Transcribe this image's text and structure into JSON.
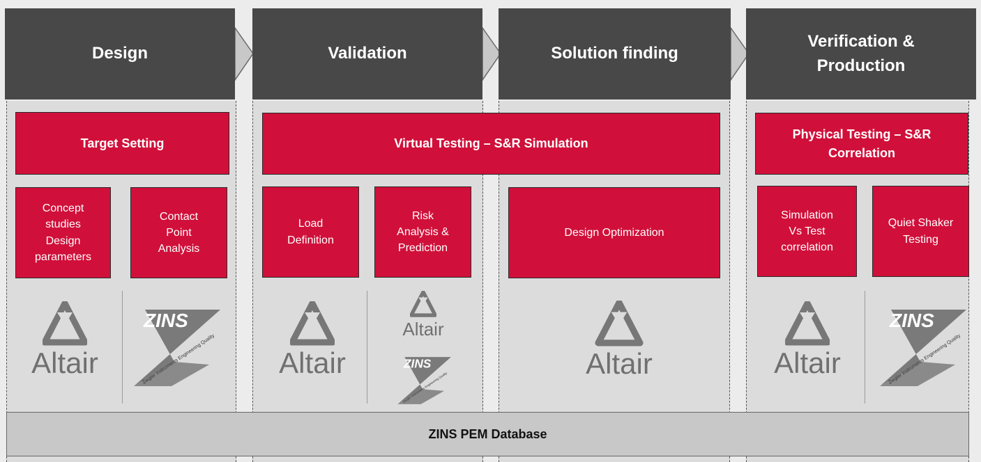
{
  "stages": [
    {
      "title": "Design"
    },
    {
      "title": "Validation"
    },
    {
      "title": "Solution finding"
    },
    {
      "title": "Verification &\nProduction"
    }
  ],
  "boxes": {
    "target_setting": "Target Setting",
    "virtual_testing": "Virtual Testing – S&R Simulation",
    "physical_testing": "Physical Testing – S&R\nCorrelation",
    "concept_studies": "Concept\nstudies\nDesign\nparameters",
    "contact_point": "Contact\nPoint\nAnalysis",
    "load_definition": "Load\nDefinition",
    "risk_analysis": "Risk\nAnalysis &\nPrediction",
    "design_optimization": "Design Optimization",
    "sim_vs_test": "Simulation\nVs Test\ncorrelation",
    "quiet_shaker": "Quiet Shaker\nTesting"
  },
  "logos": {
    "altair_wordmark": "Altair",
    "zins_wordmark": "ZINS",
    "zins_tagline": "Ziegler Instruments Engineering Quality"
  },
  "database": {
    "label": "ZINS PEM Database"
  },
  "colors": {
    "red": "#d0103a",
    "header": "#484848",
    "panel": "#dcdcdc",
    "db": "#c8c8c8"
  }
}
